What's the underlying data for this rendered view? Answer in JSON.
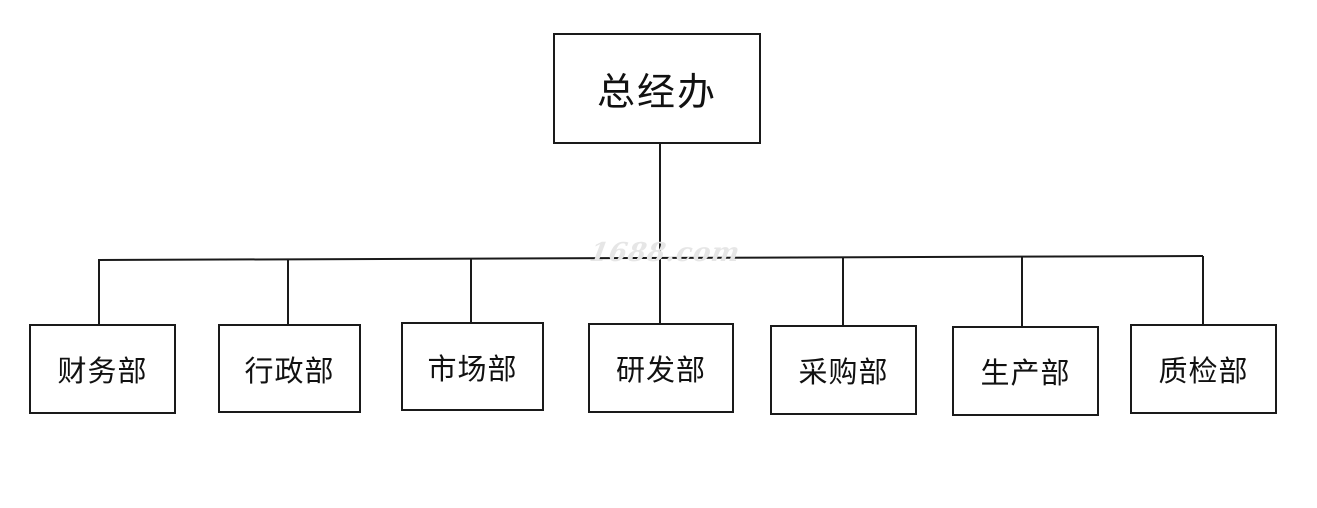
{
  "root": {
    "label": "总经办"
  },
  "departments": [
    {
      "label": "财务部"
    },
    {
      "label": "行政部"
    },
    {
      "label": "市场部"
    },
    {
      "label": "研发部"
    },
    {
      "label": "采购部"
    },
    {
      "label": "生产部"
    },
    {
      "label": "质检部"
    }
  ],
  "watermark": {
    "text": "1688.com"
  },
  "colors": {
    "line": "#1a1a1a",
    "background": "#ffffff",
    "watermark": "#e6e6e6"
  }
}
